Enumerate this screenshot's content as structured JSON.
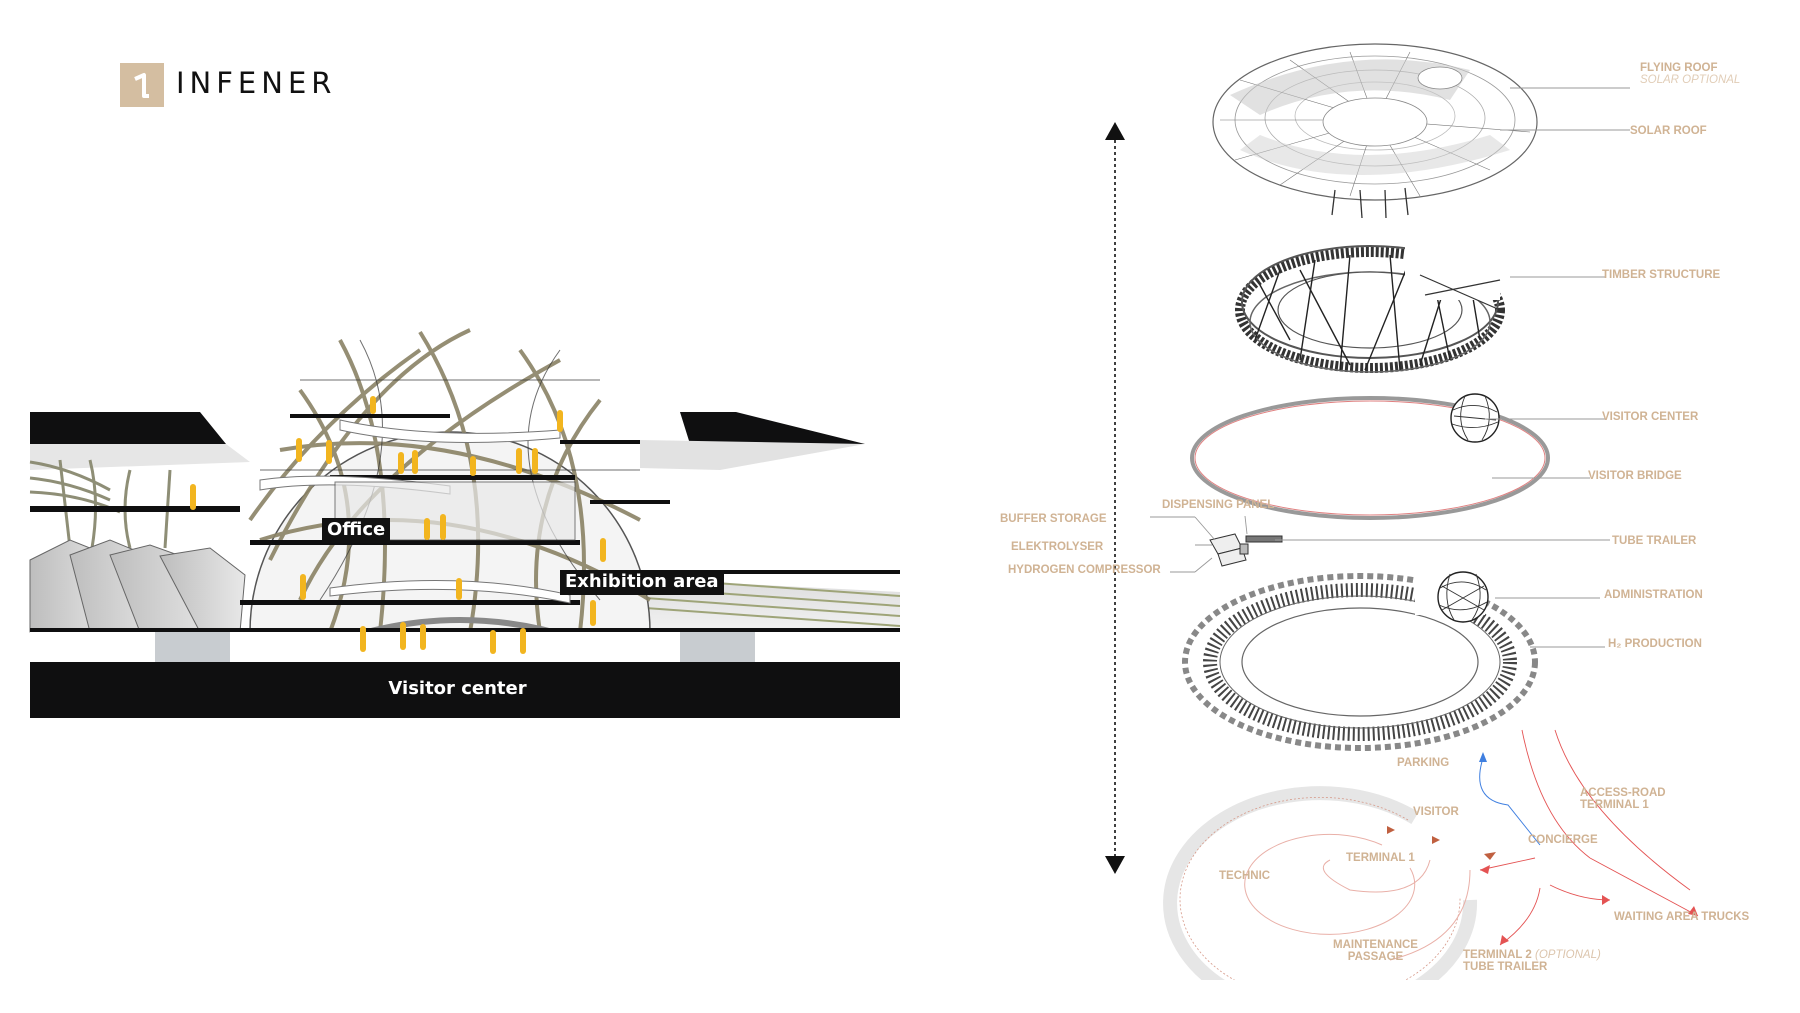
{
  "brand": {
    "name": "INFENER",
    "mark_color": "#d4bea1"
  },
  "section": {
    "labels": {
      "office": "Office",
      "exhibition": "Exhibition area",
      "visitor_center": "Visitor center"
    },
    "figure_color": "#f2b51f"
  },
  "exploded": {
    "label_color": "#d0b394",
    "labels": {
      "flying_roof": "FLYING ROOF",
      "solar_optional": "SOLAR OPTIONAL",
      "solar_roof": "SOLAR ROOF",
      "timber_structure": "TIMBER STRUCTURE",
      "visitor_center": "VISITOR CENTER",
      "visitor_bridge": "VISITOR BRIDGE",
      "dispensing_panel": "DISPENSING PANEL",
      "buffer_storage": "BUFFER STORAGE",
      "elektrolyser": "ELEKTROLYSER",
      "hydrogen_compressor": "HYDROGEN COMPRESSOR",
      "tube_trailer": "TUBE TRAILER",
      "administration": "ADMINISTRATION",
      "h2_production": "H₂ PRODUCTION"
    }
  },
  "site_plan": {
    "labels": {
      "parking": "PARKING",
      "visitor": "VISITOR",
      "access_road_1": "ACCESS-ROAD",
      "access_road_2": "TERMINAL 1",
      "concierge": "CONCIERGE",
      "technic": "TECHNIC",
      "terminal_1": "TERMINAL 1",
      "waiting_area": "WAITING AREA TRUCKS",
      "maintenance_1": "MAINTENANCE",
      "maintenance_2": "PASSAGE",
      "terminal_2": "TERMINAL 2",
      "terminal_2_opt": "(OPTIONAL)",
      "tube_trailer": "TUBE TRAILER"
    },
    "arrow_red": "#e45353",
    "arrow_blue": "#3f7fe0"
  }
}
